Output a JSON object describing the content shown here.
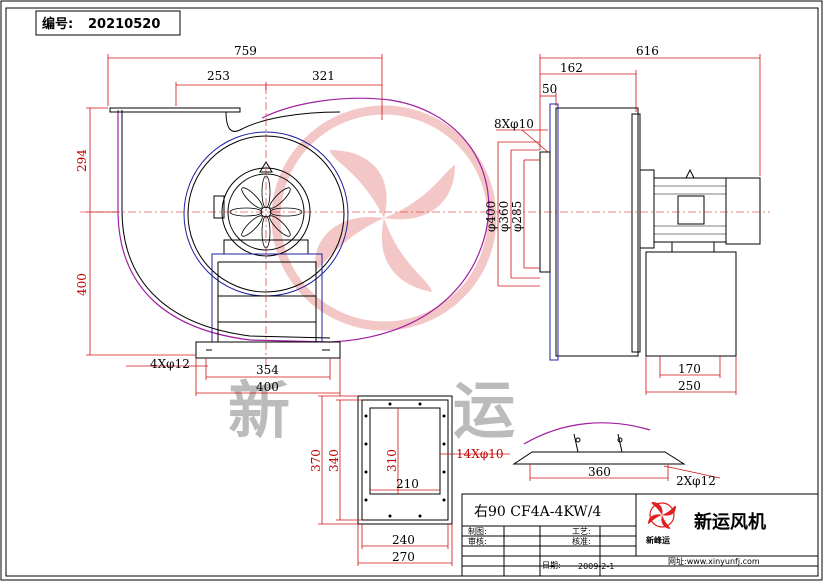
{
  "header": {
    "code_label": "编号:",
    "code_value": "20210520"
  },
  "watermark": {
    "text1": "新",
    "text2": "运"
  },
  "front_view": {
    "dims": {
      "overall_width": "759",
      "outlet_left": "253",
      "outlet_right": "321",
      "height_upper": "294",
      "height_lower": "400",
      "base_bolts": "4Xφ12",
      "base_inner": "354",
      "base_outer": "400"
    }
  },
  "side_view": {
    "dims": {
      "overall_length": "616",
      "inlet_offset": "162",
      "flange_thick": "50",
      "flange_bolts": "8Xφ10",
      "d400": "φ400",
      "d360": "φ360",
      "d285": "φ285",
      "motor_base_inner": "170",
      "motor_base_outer": "250"
    }
  },
  "outlet_flange": {
    "dims": {
      "outer_h": "370",
      "inner_h": "340",
      "opening_h": "310",
      "bolts": "14Xφ10",
      "opening_w": "210",
      "inner_w": "240",
      "outer_w": "270"
    }
  },
  "base_view": {
    "dims": {
      "width": "360",
      "bolts": "2Xφ12"
    }
  },
  "title_block": {
    "model": "右90  CF4A-4KW/4",
    "company": "新运风机",
    "logo_text": "新峰运",
    "website": "网址:www.xinyunfj.com",
    "date": "2009-2-1",
    "rows": [
      {
        "label": "制图:",
        "label2": "工艺:"
      },
      {
        "label": "审核:",
        "label2": "核准:"
      },
      {
        "label": "",
        "label2": "日期:"
      }
    ]
  },
  "colors": {
    "dimension": "#d01010",
    "casing": "#a020a0",
    "structure": "#2020a0",
    "logo": "#e02020"
  }
}
